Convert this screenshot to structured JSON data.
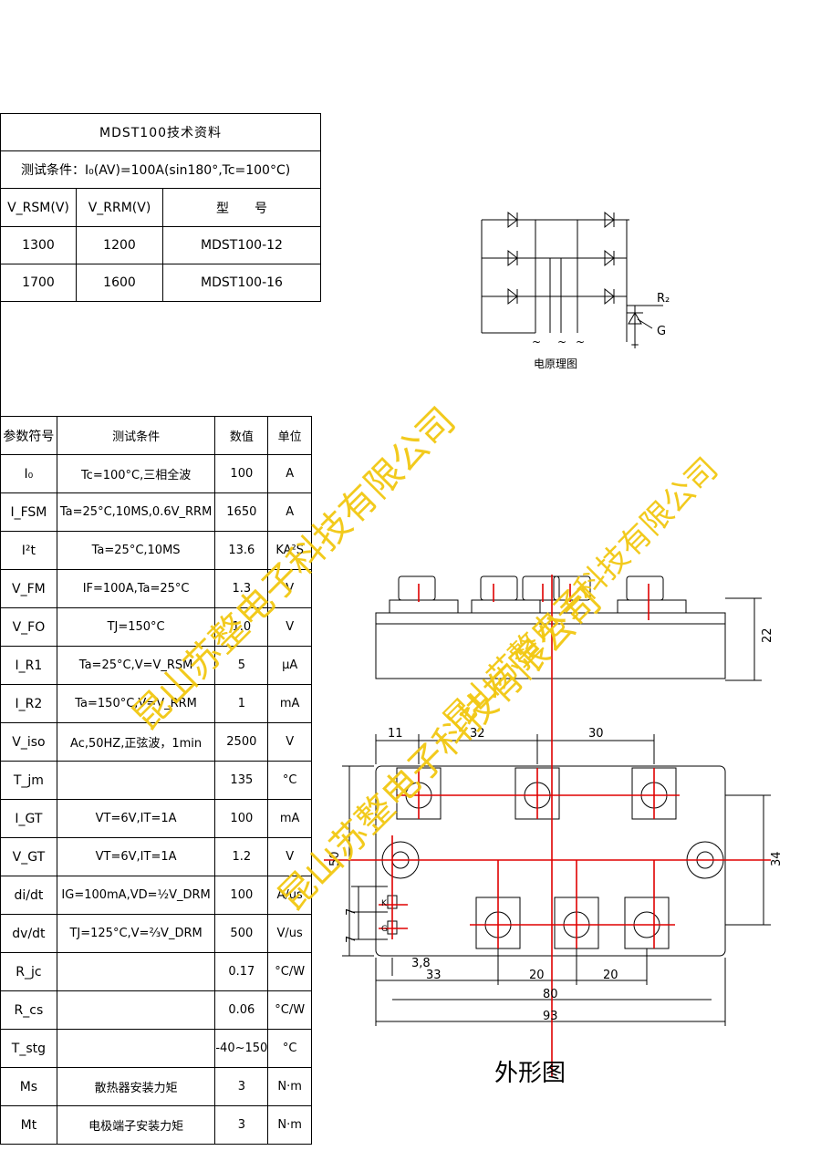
{
  "title": "MDST100技术资料",
  "test_condition": "测试条件：I₀(AV)=100A(sin180°,Tc=100°C)",
  "voltage_table": {
    "headers": [
      "V_RSM(V)",
      "V_RRM(V)",
      "型　　号"
    ],
    "rows": [
      [
        "1300",
        "1200",
        "MDST100-12"
      ],
      [
        "1700",
        "1600",
        "MDST100-16"
      ]
    ]
  },
  "circuit": {
    "caption": "电原理图",
    "labels": {
      "r2": "R₂",
      "g": "G",
      "plus": "+",
      "ac1": "~",
      "ac2": "~",
      "ac3": "~"
    }
  },
  "params": {
    "headers": [
      "参数符号",
      "测试条件",
      "数值",
      "单位"
    ],
    "rows": [
      {
        "sym": "I₀",
        "cond": "Tc=100°C,三相全波",
        "val": "100",
        "unit": "A"
      },
      {
        "sym": "I_FSM",
        "cond": "Ta=25°C,10MS,0.6V_RRM",
        "val": "1650",
        "unit": "A"
      },
      {
        "sym": "I²t",
        "cond": "Ta=25°C,10MS",
        "val": "13.6",
        "unit": "KA²S"
      },
      {
        "sym": "V_FM",
        "cond": "IF=100A,Ta=25°C",
        "val": "1.3",
        "unit": "V"
      },
      {
        "sym": "V_FO",
        "cond": "TJ=150°C",
        "val": "1.0",
        "unit": "V"
      },
      {
        "sym": "I_R1",
        "cond": "Ta=25°C,V=V_RSM",
        "val": "5",
        "unit": "μA"
      },
      {
        "sym": "I_R2",
        "cond": "Ta=150°C,V=V_RRM",
        "val": "1",
        "unit": "mA"
      },
      {
        "sym": "V_iso",
        "cond": "Ac,50HZ,正弦波，1min",
        "val": "2500",
        "unit": "V"
      },
      {
        "sym": "T_jm",
        "cond": "",
        "val": "135",
        "unit": "°C"
      },
      {
        "sym": "I_GT",
        "cond": "VT=6V,IT=1A",
        "val": "100",
        "unit": "mA"
      },
      {
        "sym": "V_GT",
        "cond": "VT=6V,IT=1A",
        "val": "1.2",
        "unit": "V"
      },
      {
        "sym": "di/dt",
        "cond": "IG=100mA,VD=½V_DRM",
        "val": "100",
        "unit": "A/us"
      },
      {
        "sym": "dv/dt",
        "cond": "TJ=125°C,V=⅔V_DRM",
        "val": "500",
        "unit": "V/us"
      },
      {
        "sym": "R_jc",
        "cond": "",
        "val": "0.17",
        "unit": "°C/W"
      },
      {
        "sym": "R_cs",
        "cond": "",
        "val": "0.06",
        "unit": "°C/W"
      },
      {
        "sym": "T_stg",
        "cond": "",
        "val": "-40~150",
        "unit": "°C"
      },
      {
        "sym": "Ms",
        "cond": "散热器安装力矩",
        "val": "3",
        "unit": "N·m"
      },
      {
        "sym": "Mt",
        "cond": "电极端子安装力矩",
        "val": "3",
        "unit": "N·m"
      }
    ]
  },
  "outline": {
    "caption": "外形图",
    "dims": {
      "height_side": "22",
      "d11": "11",
      "d32": "32",
      "d30": "30",
      "d50": "50",
      "d34": "34",
      "d7a": "7",
      "d7b": "7",
      "d38": "3,8",
      "d33": "33",
      "d20a": "20",
      "d20b": "20",
      "d80": "80",
      "d93": "93"
    },
    "pin_labels": {
      "k": "K",
      "g": "G"
    }
  },
  "watermark": {
    "text1": "昆山苏整电子科技有限公司",
    "text2": "昆山苏整电子科技有限公司",
    "text3": "昆山苏整电子科技有限公司",
    "color": "#f2c811"
  }
}
